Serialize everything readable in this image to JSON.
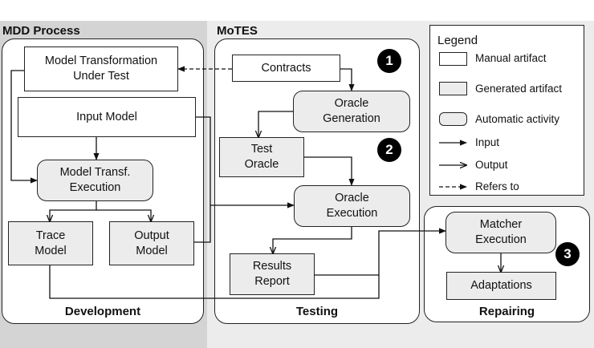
{
  "panels": {
    "mdd": {
      "title": "MDD Process",
      "footer": "Development"
    },
    "motes": {
      "title": "MoTES",
      "footer": "Testing"
    },
    "repairing": {
      "footer": "Repairing"
    }
  },
  "nodes": {
    "model_transformation": "Model Transformation\nUnder Test",
    "input_model": "Input Model",
    "model_transf_execution": "Model Transf.\nExecution",
    "trace_model": "Trace\nModel",
    "output_model": "Output\nModel",
    "contracts": "Contracts",
    "oracle_generation": "Oracle\nGeneration",
    "test_oracle": "Test\nOracle",
    "oracle_execution": "Oracle\nExecution",
    "results_report": "Results\nReport",
    "matcher_execution": "Matcher\nExecution",
    "adaptations": "Adaptations"
  },
  "badges": [
    "1",
    "2",
    "3"
  ],
  "legend": {
    "title": "Legend",
    "manual": "Manual artifact",
    "generated": "Generated artifact",
    "activity": "Automatic activity",
    "input": "Input",
    "output": "Output",
    "refers": "Refers to"
  },
  "colors": {
    "generated_fill": "#ececec",
    "mdd_background": "#d4d4d4",
    "motes_background": "#ececec"
  }
}
